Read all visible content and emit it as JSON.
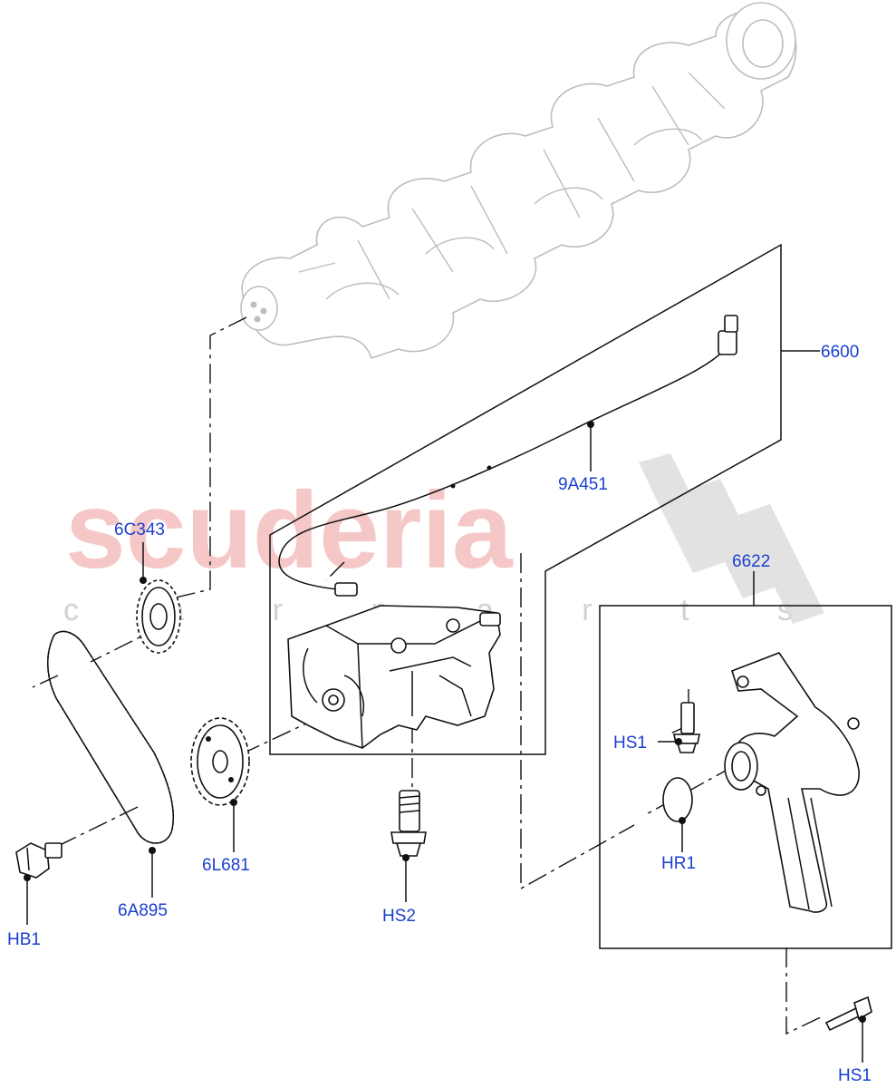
{
  "watermark": {
    "brand": "scuderia",
    "tagline": "c a r   p a r t s"
  },
  "colors": {
    "label": "#1a3fd0",
    "lines": "#111111",
    "ghost": "#bdbdbd",
    "watermark_brand": "#f2b5b5",
    "watermark_tagline": "#d2d2d2"
  },
  "callouts": {
    "p6600": "6600",
    "p9A451": "9A451",
    "p6C343": "6C343",
    "p6622": "6622",
    "hs1_upper": "HS1",
    "hr1": "HR1",
    "hs2": "HS2",
    "p6L681": "6L681",
    "hb1": "HB1",
    "p6A895": "6A895",
    "hs1_lower": "HS1"
  },
  "parts": {
    "crankshaft": "crankshaft-ghost",
    "oil_pump": "oil-pump",
    "sensor_harness": "sensor-harness",
    "drive_sprocket": "crank-sprocket",
    "pump_sprocket": "pump-sprocket",
    "drive_chain": "drive-chain",
    "pickup_tube": "oil-pickup-tube",
    "o_ring": "o-ring",
    "bolt_hb1": "flange-bolt",
    "bolt_hs2": "pump-bolt",
    "bolt_hs1": "pickup-bolt"
  }
}
